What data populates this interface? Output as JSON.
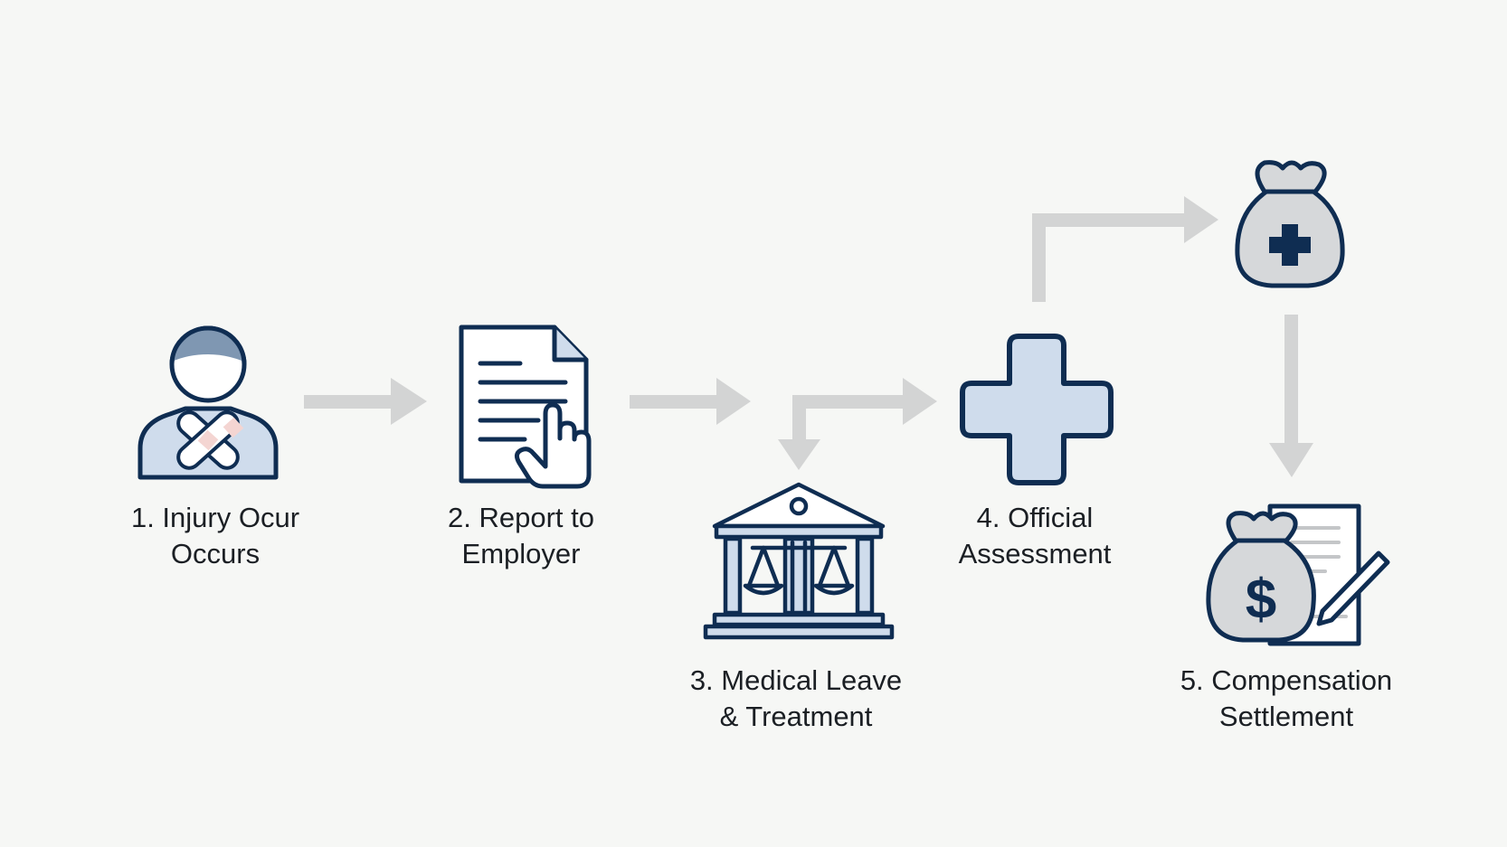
{
  "steps": [
    {
      "line1": "1. Injury Ocur",
      "line2": "Occurs",
      "icon": "injured-person-icon"
    },
    {
      "line1": "2. Report to",
      "line2": "Employer",
      "icon": "document-touch-icon"
    },
    {
      "line1": "3. Medical Leave",
      "line2": "& Treatment",
      "icon": "courthouse-scales-icon"
    },
    {
      "line1": "4. Official",
      "line2": "Assessment",
      "icon": "medical-cross-icon"
    },
    {
      "line1": "5. Compensation",
      "line2": "Settlement",
      "icon": "money-bag-contract-icon"
    }
  ],
  "extra_icon": "medical-money-bag-icon",
  "colors": {
    "background": "#f6f7f5",
    "outline": "#0f2d52",
    "fill": "#cfdcec",
    "arrow": "#d3d4d4",
    "bandage": "#f4d5d2",
    "bag": "#d6d8da",
    "text": "#1b1f24"
  }
}
